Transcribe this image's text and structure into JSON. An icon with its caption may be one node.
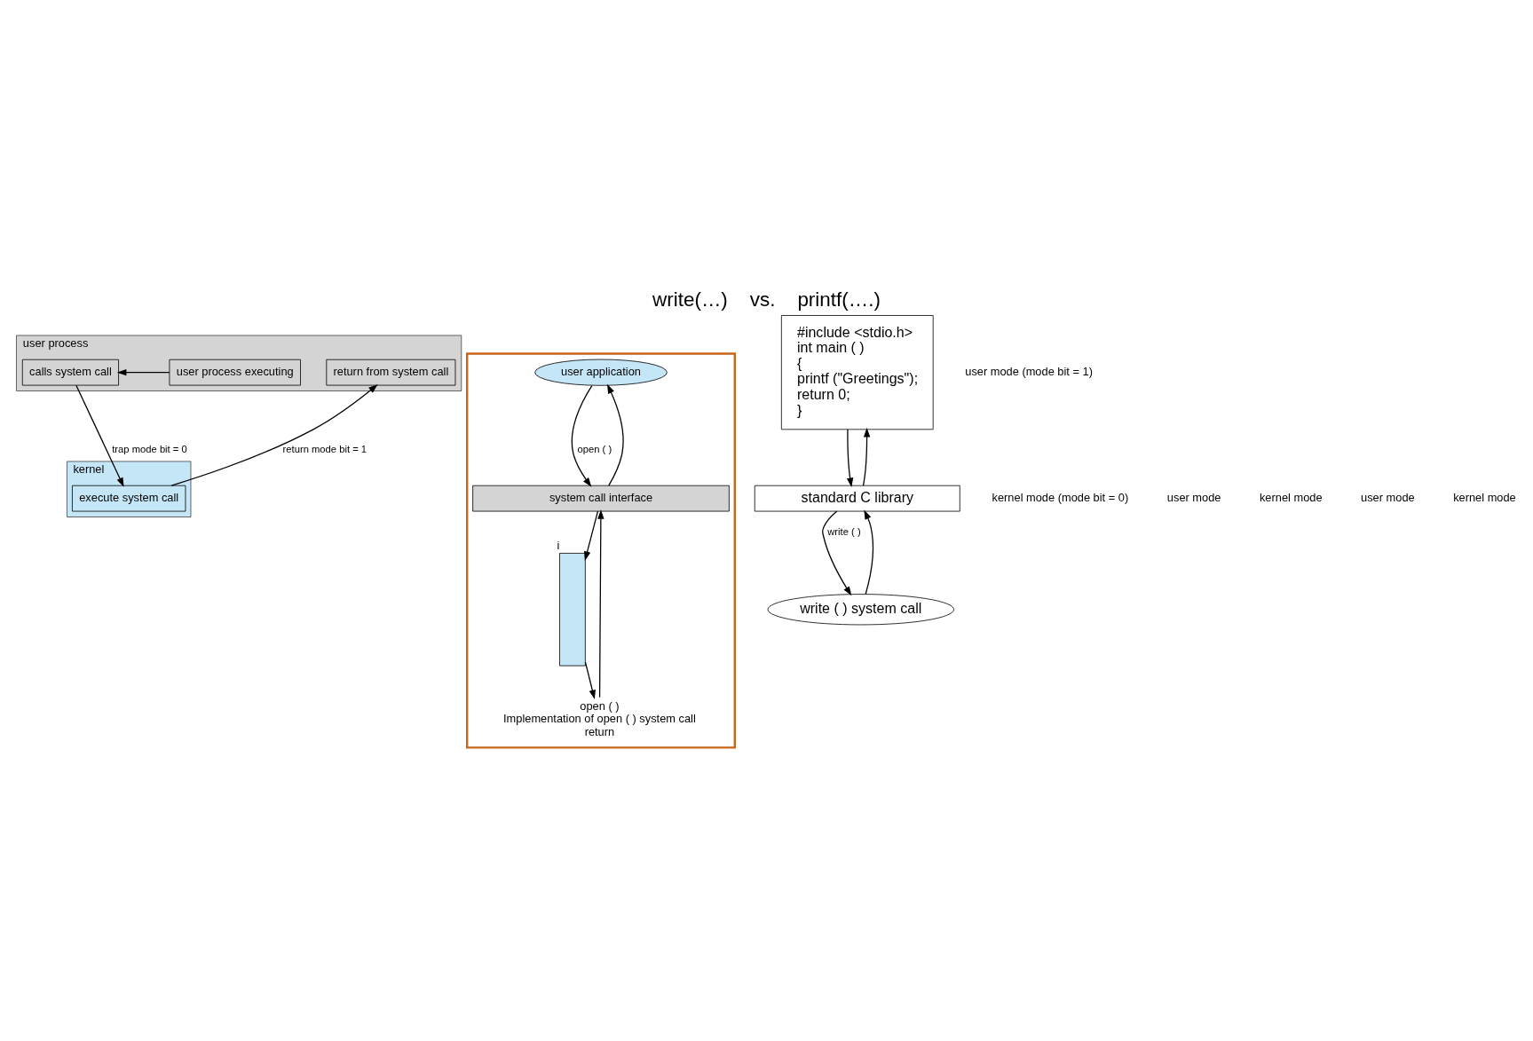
{
  "diagram": {
    "title": "write(…)    vs.    printf(….)",
    "nodes": [
      {
        "text": [
          "user process"
        ]
      },
      {
        "text": [
          "user process executing"
        ],
        "in": 0
      },
      {
        "text": [
          "calls system call"
        ],
        "in": 0
      },
      {
        "text": [
          "return from system call"
        ],
        "in": 0
      },
      {
        "text": [
          "kernel"
        ]
      },
      {
        "text": [
          "execute system call"
        ],
        "in": 4
      },
      {
        "text": [],
        "shape": "box"
      },
      {
        "text": [
          "user application"
        ],
        "in": 6
      },
      {
        "text": [
          "system call interface"
        ],
        "in": 6
      },
      {
        "text": [],
        "shape": "bar",
        "beside": [
          "i"
        ],
        "in": 6
      },
      {
        "text": [
          "open ( )",
          "Implementation of open ( ) system call",
          "return"
        ],
        "in": 6
      },
      {
        "text": [
          "#include <stdio.h>",
          "int main ( )",
          "{",
          "printf (\"Greetings\");",
          "return 0;",
          "}"
        ]
      },
      {
        "text": [
          "standard C library"
        ]
      },
      {
        "text": [
          "write ( ) system call"
        ]
      }
    ],
    "edges": [
      {
        "from": 1,
        "to": 2,
        "arrow": "to"
      },
      {
        "from": 2,
        "to": 5,
        "arrow": "to",
        "label": "trap mode bit = 0"
      },
      {
        "from": 5,
        "to": 3,
        "arrow": "to",
        "label": "return mode bit = 1"
      },
      {
        "from": 7,
        "to": 8,
        "arrow": "to",
        "label": "open ( )"
      },
      {
        "from": 8,
        "to": 7,
        "arrow": "to"
      },
      {
        "from": 8,
        "to": 9,
        "arrow": "to"
      },
      {
        "from": 9,
        "to": 10,
        "arrow": "to"
      },
      {
        "from": 10,
        "to": 8,
        "arrow": "to"
      },
      {
        "from": 11,
        "to": 12,
        "arrow": "to"
      },
      {
        "from": 12,
        "to": 11,
        "arrow": "to"
      },
      {
        "from": 12,
        "to": 13,
        "arrow": "to",
        "label": "write ( )"
      },
      {
        "from": 13,
        "to": 12,
        "arrow": "to"
      }
    ],
    "labels": [
      "user mode (mode bit = 1)",
      "kernel mode (mode bit = 0)",
      "user mode",
      "kernel mode",
      "user mode",
      "kernel mode"
    ]
  }
}
